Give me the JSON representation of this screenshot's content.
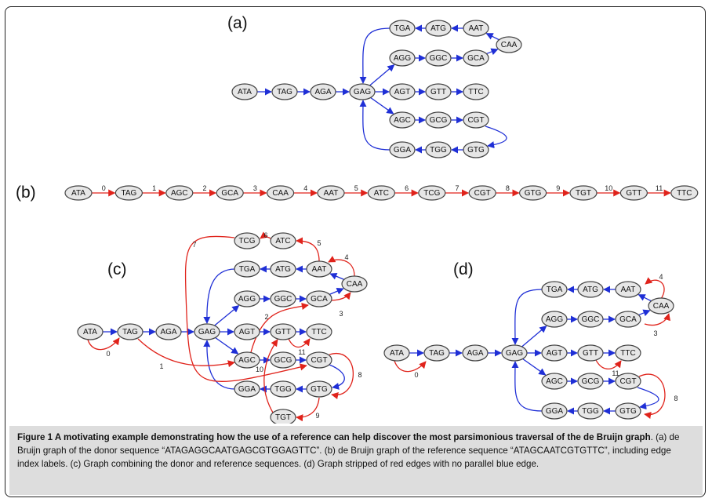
{
  "figure": {
    "panel_labels": {
      "a": "(a)",
      "b": "(b)",
      "c": "(c)",
      "d": "(d)"
    },
    "caption": {
      "title": "Figure 1 A motivating example demonstrating how the use of a reference can help discover the most parsimonious traversal of the de Bruijn graph",
      "text": ". (a) de Bruijn graph of the donor sequence “ATAGAGGCAATGAGCGTGGAGTTC”. (b) de Bruijn graph of the reference sequence “ATAGCAATCGTGTTC”, including edge index labels. (c) Graph combining the donor and reference sequences. (d) Graph stripped of red edges with no parallel blue edge."
    },
    "colors": {
      "donor_edge": "#1f2fd6",
      "reference_edge": "#e0231b",
      "node_fill": "#e6e6e6"
    },
    "panel_a": {
      "nodes": [
        "ATA",
        "TAG",
        "AGA",
        "GAG",
        "TGA",
        "ATG",
        "AAT",
        "CAA",
        "AGG",
        "GGC",
        "GCA",
        "AGT",
        "GTT",
        "TTC",
        "AGC",
        "GCG",
        "CGT",
        "GTG",
        "TGG",
        "GGA"
      ],
      "blue_edges": [
        [
          "ATA",
          "TAG"
        ],
        [
          "TAG",
          "AGA"
        ],
        [
          "AGA",
          "GAG"
        ],
        [
          "GAG",
          "AGG"
        ],
        [
          "AGG",
          "GGC"
        ],
        [
          "GGC",
          "GCA"
        ],
        [
          "GCA",
          "CAA"
        ],
        [
          "CAA",
          "AAT"
        ],
        [
          "AAT",
          "ATG"
        ],
        [
          "ATG",
          "TGA"
        ],
        [
          "TGA",
          "GAG"
        ],
        [
          "GAG",
          "AGC"
        ],
        [
          "AGC",
          "GCG"
        ],
        [
          "GCG",
          "CGT"
        ],
        [
          "CGT",
          "GTG"
        ],
        [
          "GTG",
          "TGG"
        ],
        [
          "TGG",
          "GGA"
        ],
        [
          "GGA",
          "GAG"
        ],
        [
          "GAG",
          "AGT"
        ],
        [
          "AGT",
          "GTT"
        ],
        [
          "GTT",
          "TTC"
        ]
      ]
    },
    "panel_b": {
      "nodes": [
        "ATA",
        "TAG",
        "AGC",
        "GCA",
        "CAA",
        "AAT",
        "ATC",
        "TCG",
        "CGT",
        "GTG",
        "TGT",
        "GTT",
        "TTC"
      ],
      "edge_labels": [
        "0",
        "1",
        "2",
        "3",
        "4",
        "5",
        "6",
        "7",
        "8",
        "9",
        "10",
        "11"
      ]
    },
    "panel_c": {
      "nodes": [
        "ATA",
        "TAG",
        "AGA",
        "GAG",
        "TCG",
        "ATC",
        "TGA",
        "ATG",
        "AAT",
        "CAA",
        "AGG",
        "GGC",
        "GCA",
        "AGT",
        "GTT",
        "TTC",
        "AGC",
        "GCG",
        "CGT",
        "GGA",
        "TGG",
        "GTG",
        "TGT"
      ],
      "red_edges": [
        {
          "from": "ATA",
          "to": "TAG",
          "label": "0"
        },
        {
          "from": "TAG",
          "to": "AGC",
          "label": "1"
        },
        {
          "from": "AGC",
          "to": "GCA",
          "label": "2"
        },
        {
          "from": "GCA",
          "to": "CAA",
          "label": "3"
        },
        {
          "from": "CAA",
          "to": "AAT",
          "label": "4"
        },
        {
          "from": "AAT",
          "to": "ATC",
          "label": "5"
        },
        {
          "from": "ATC",
          "to": "TCG",
          "label": "6"
        },
        {
          "from": "TCG",
          "to": "CGT",
          "label": "7"
        },
        {
          "from": "CGT",
          "to": "GTG",
          "label": "8"
        },
        {
          "from": "GTG",
          "to": "TGT",
          "label": "9"
        },
        {
          "from": "TGT",
          "to": "GTT",
          "label": "10"
        },
        {
          "from": "GTT",
          "to": "TTC",
          "label": "11"
        }
      ]
    },
    "panel_d": {
      "nodes": [
        "ATA",
        "TAG",
        "AGA",
        "GAG",
        "TGA",
        "ATG",
        "AAT",
        "CAA",
        "AGG",
        "GGC",
        "GCA",
        "AGT",
        "GTT",
        "TTC",
        "AGC",
        "GCG",
        "CGT",
        "GTG",
        "TGG",
        "GGA"
      ],
      "red_edges": [
        {
          "from": "ATA",
          "to": "TAG",
          "label": "0"
        },
        {
          "from": "GCA",
          "to": "CAA",
          "label": "3"
        },
        {
          "from": "CAA",
          "to": "AAT",
          "label": "4"
        },
        {
          "from": "CGT",
          "to": "GTG",
          "label": "8"
        },
        {
          "from": "GTT",
          "to": "TTC",
          "label": "11"
        }
      ]
    }
  }
}
